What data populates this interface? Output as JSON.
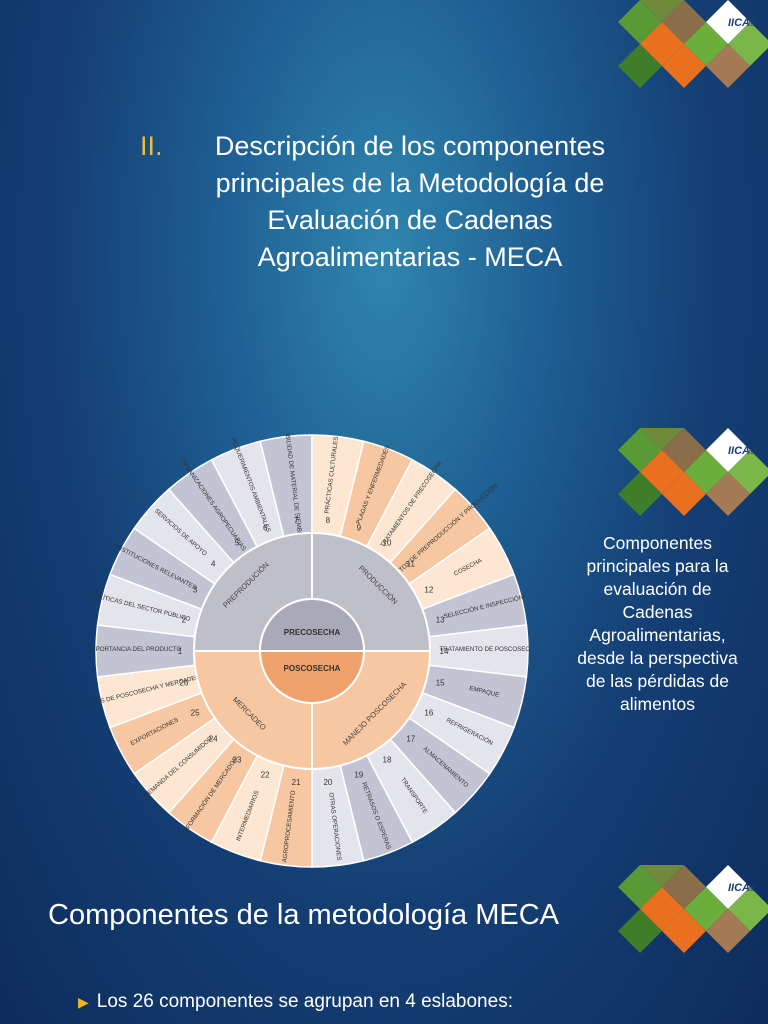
{
  "slide1": {
    "number": "II.",
    "title_lines": [
      "Descripción de los componentes",
      "principales de la Metodología de",
      "Evaluación de Cadenas",
      "Agroalimentarias - MECA"
    ]
  },
  "logo": {
    "text": "IICA",
    "symbol": "®"
  },
  "slide2": {
    "caption_lines": [
      "Componentes",
      "principales para la",
      "evaluación de",
      "Cadenas",
      "Agroalimentarias,",
      "desde la perspectiva",
      "de las pérdidas de",
      "alimentos"
    ],
    "wheel": {
      "center_top": "PRECOSECHA",
      "center_bottom": "POSCOSECHA",
      "ring": [
        "PREPRODUCIÓN",
        "PRODUCCIÓN",
        "MANEJO POSCOSECHA",
        "MERCADEO"
      ],
      "components": [
        {
          "n": "1",
          "label": "IMPORTANCIA DEL PRODUCTO"
        },
        {
          "n": "2",
          "label": "POLÍTICAS DEL SECTOR PÚBLICO"
        },
        {
          "n": "3",
          "label": "INSTITUCIONES RELEVANTES"
        },
        {
          "n": "4",
          "label": "SERVICIOS DE APOYO"
        },
        {
          "n": "5",
          "label": "ORGANIZACIONES AGROPECUARIAS"
        },
        {
          "n": "6",
          "label": "REQUERIMIENTOS AMBIENTALES"
        },
        {
          "n": "7",
          "label": "DISPONIBILIDAD DE MATERIAL DE SIEMBRA"
        },
        {
          "n": "8",
          "label": "PRÁCTICAS CULTURALES"
        },
        {
          "n": "9",
          "label": "PLAGAS Y ENFERMEDADES"
        },
        {
          "n": "10",
          "label": "TRATAMIENTOS DE PRECOSECHA"
        },
        {
          "n": "11",
          "label": "COSTOS DE PREPRODUCCIÓN Y PRODUCCIÓN"
        },
        {
          "n": "12",
          "label": "COSECHA"
        },
        {
          "n": "13",
          "label": "SELECCIÓN E INSPECCIÓN"
        },
        {
          "n": "14",
          "label": "TRATAMIENTO DE POSCOSECHA"
        },
        {
          "n": "15",
          "label": "EMPAQUE"
        },
        {
          "n": "16",
          "label": "REFRIGERACIÓN"
        },
        {
          "n": "17",
          "label": "ALMACENAMIENTO"
        },
        {
          "n": "18",
          "label": "TRANSPORTE"
        },
        {
          "n": "19",
          "label": "RETRASOS O ESPERAS"
        },
        {
          "n": "20",
          "label": "OTRAS OPERACIONES"
        },
        {
          "n": "21",
          "label": "AGROPROCESAMIENTO"
        },
        {
          "n": "22",
          "label": "INTERMEDIARIOS"
        },
        {
          "n": "23",
          "label": "INFORMACIÓN DE MERCADOS"
        },
        {
          "n": "24",
          "label": "DEMANDA DEL CONSUMIDOR"
        },
        {
          "n": "25",
          "label": "EXPORTACIONES"
        },
        {
          "n": "26",
          "label": "COSTOS DE POSCOSECHA Y MERCADEO"
        }
      ]
    }
  },
  "slide3": {
    "title": "Componentes de la metodología MECA",
    "bullet": "Los 26 componentes se agrupan en 4 eslabones:"
  },
  "colors": {
    "accent_yellow": "#e7c13b",
    "peach": "#f6c7a1",
    "light_peach": "#fde6d2",
    "lavender": "#c3c4d3",
    "light_lavender": "#e4e4ec",
    "gray": "#bfbfca"
  }
}
